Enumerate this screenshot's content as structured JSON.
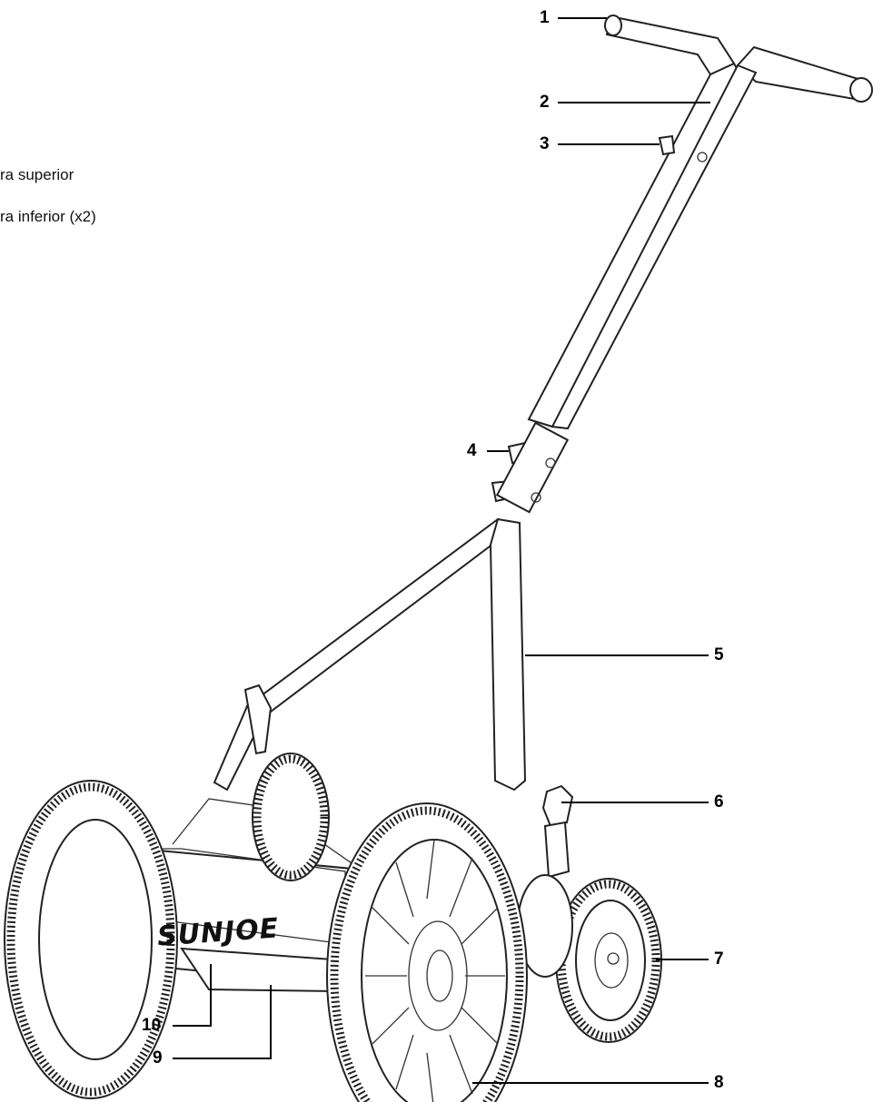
{
  "legend_partial": [
    "ra superior",
    "ra inferior (x2)"
  ],
  "callouts": [
    "1",
    "2",
    "3",
    "4",
    "5",
    "6",
    "7",
    "8",
    "9",
    "10"
  ],
  "brand": "SUNJOE"
}
